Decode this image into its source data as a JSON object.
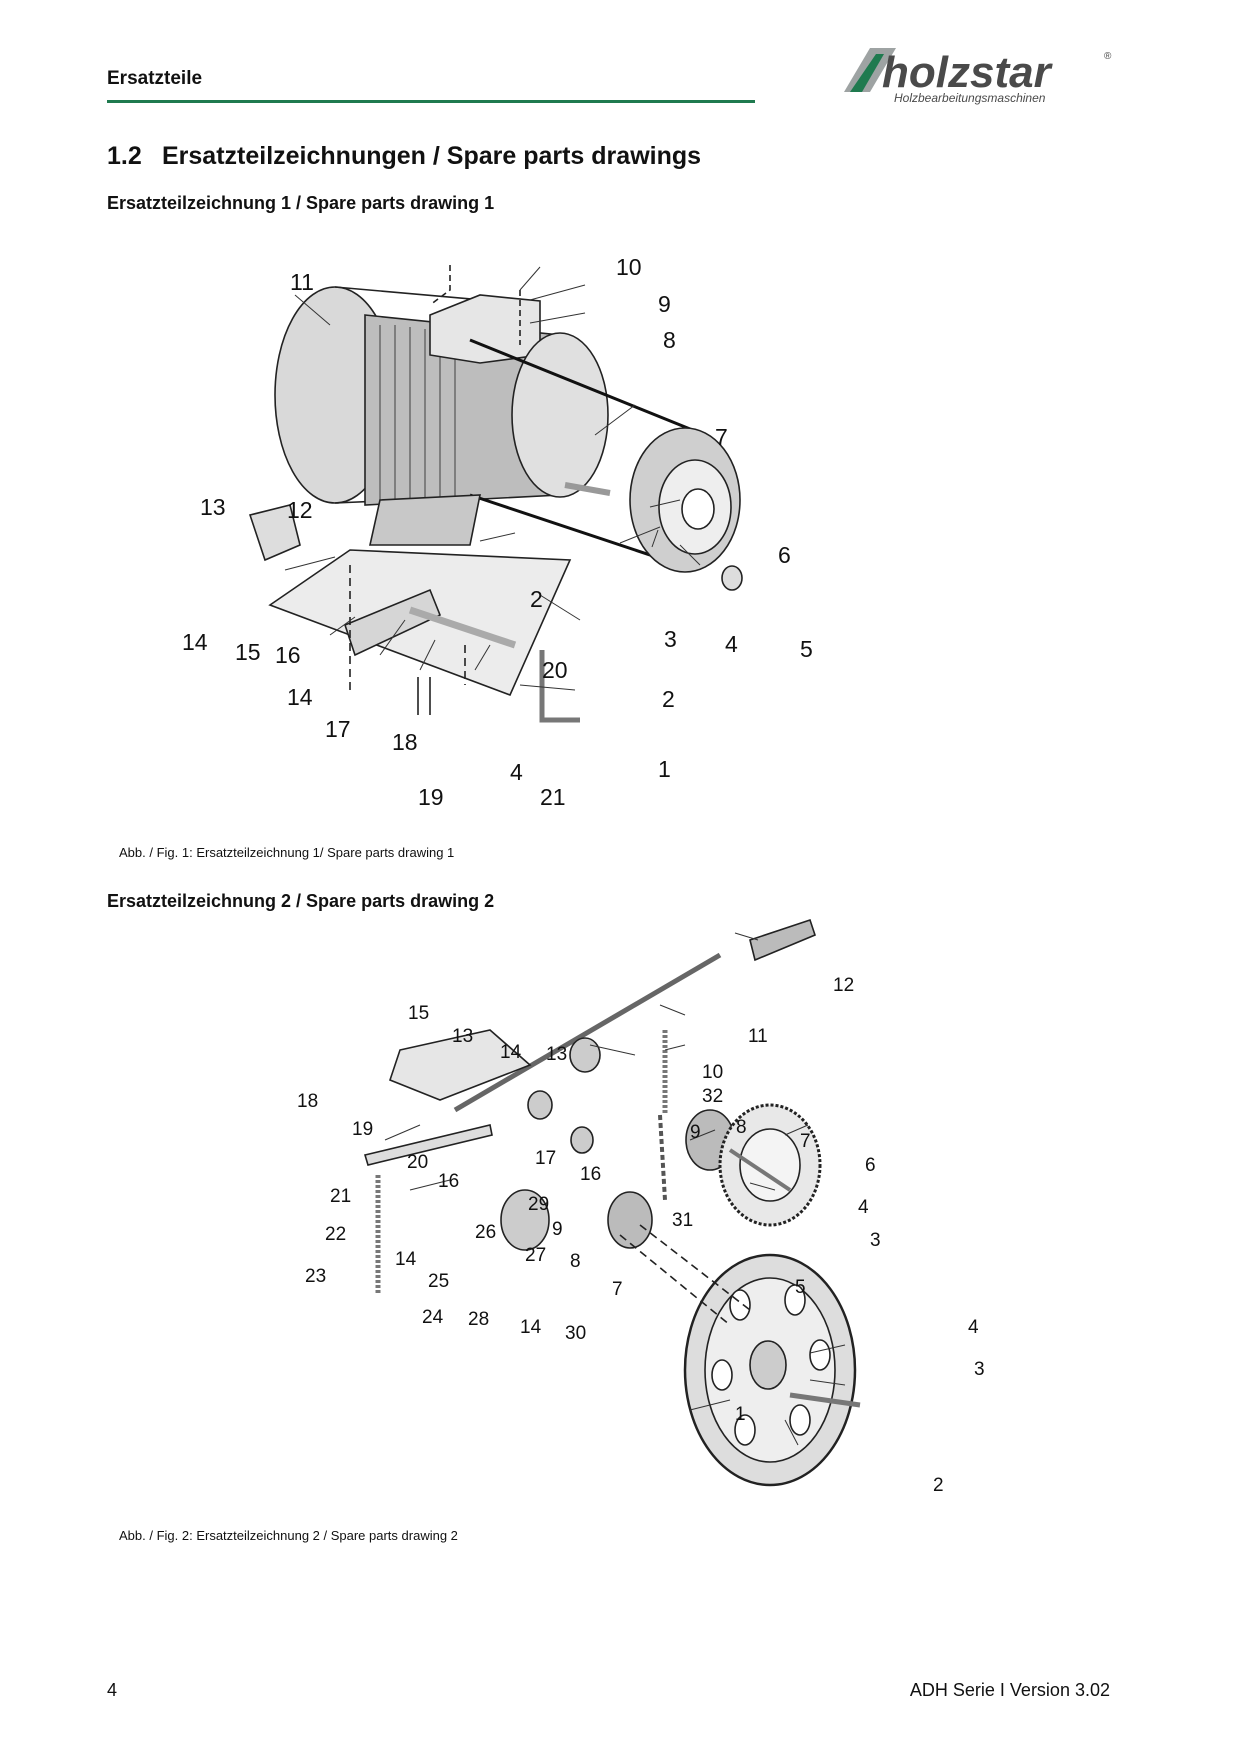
{
  "header": {
    "section_label": "Ersatzteile",
    "logo": {
      "brand": "holzstar",
      "tagline": "Holzbearbeitungsmaschinen",
      "mark": "®"
    },
    "rule_color": "#1f7a4f"
  },
  "section": {
    "number": "1.2",
    "title": "Ersatzteilzeichnungen / Spare parts drawings"
  },
  "drawing1": {
    "subtitle": "Ersatzteilzeichnung 1 / Spare parts drawing 1",
    "caption": "Abb. / Fig. 1: Ersatzteilzeichnung 1/ Spare parts drawing 1",
    "labels": [
      "11",
      "10",
      "9",
      "8",
      "7",
      "13",
      "12",
      "6",
      "2",
      "3",
      "4",
      "5",
      "14",
      "15",
      "16",
      "20",
      "2",
      "14",
      "17",
      "18",
      "19",
      "4",
      "21",
      "1"
    ]
  },
  "drawing2": {
    "subtitle": "Ersatzteilzeichnung 2 / Spare parts drawing 2",
    "caption": "Abb. / Fig. 2: Ersatzteilzeichnung 2 / Spare parts drawing 2",
    "labels": [
      "12",
      "11",
      "15",
      "13",
      "14",
      "13",
      "10",
      "32",
      "18",
      "19",
      "8",
      "9",
      "7",
      "20",
      "17",
      "16",
      "6",
      "16",
      "21",
      "29",
      "9",
      "31",
      "4",
      "22",
      "26",
      "3",
      "14",
      "27",
      "8",
      "7",
      "23",
      "25",
      "5",
      "24",
      "28",
      "14",
      "30",
      "4",
      "3",
      "1",
      "2"
    ]
  },
  "footer": {
    "page_number": "4",
    "doc_version": "ADH Serie I Version 3.02"
  }
}
